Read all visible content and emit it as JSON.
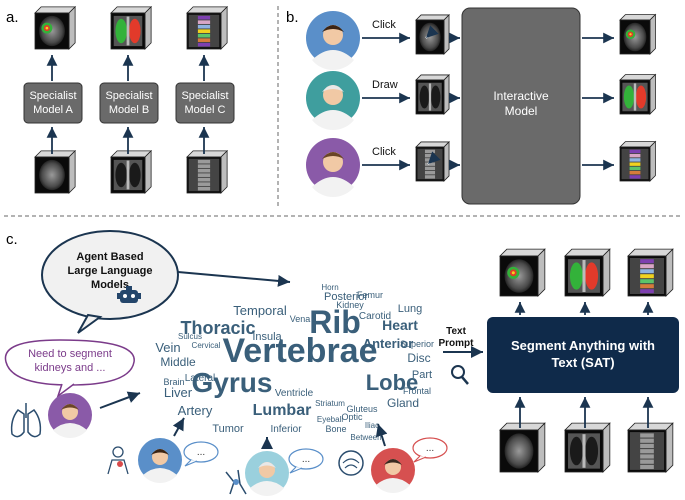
{
  "panel_labels": {
    "a": "a.",
    "b": "b.",
    "c": "c."
  },
  "panel_a": {
    "models": [
      "Specialist\nModel A",
      "Specialist\nModel B",
      "Specialist\nModel C"
    ]
  },
  "panel_b": {
    "actions": [
      "Click",
      "Draw",
      "Click"
    ],
    "interactive_model": "Interactive\nModel"
  },
  "panel_c": {
    "agent_bubble": "Agent Based\nLarge Language\nModels",
    "user_bubble": "Need to segment\nkidneys and ...",
    "text_prompt": "Text\nPrompt",
    "sat_box": "Segment Anything with\nText (SAT)",
    "dialog_ellipsis": "...",
    "word_cloud": [
      "Vertebrae",
      "Gyrus",
      "Rib",
      "Thoracic",
      "Lobe",
      "Lumbar",
      "Heart",
      "Anterior",
      "Temporal",
      "Artery",
      "Liver",
      "Insula",
      "Lung",
      "Vein",
      "Middle",
      "Posterior",
      "Tumor",
      "Disc",
      "Gland",
      "Lateral",
      "Kidney",
      "Part",
      "Ventricle",
      "Carotid",
      "Superior",
      "Brain",
      "Inferior",
      "Frontal",
      "Bone",
      "Femur",
      "Optic",
      "Gluteus",
      "Cervical",
      "Sulcus",
      "Horn",
      "Iliac",
      "Between",
      "Eyeball",
      "Striatum",
      "Vena"
    ]
  },
  "colors": {
    "model_box": "#6a6a6a",
    "sat_box": "#0f2a4a",
    "arrow": "#1b3550",
    "word": "#3a5f7a",
    "bubble_purple": "#7b3b8a",
    "bubble_red": "#d65050",
    "bubble_blue": "#5a8fc9",
    "lesion_red": "#e23a2a",
    "lesion_green": "#33b23a",
    "lesion_yellow": "#f1d21f",
    "spine_purple": "#7d3fb0"
  }
}
